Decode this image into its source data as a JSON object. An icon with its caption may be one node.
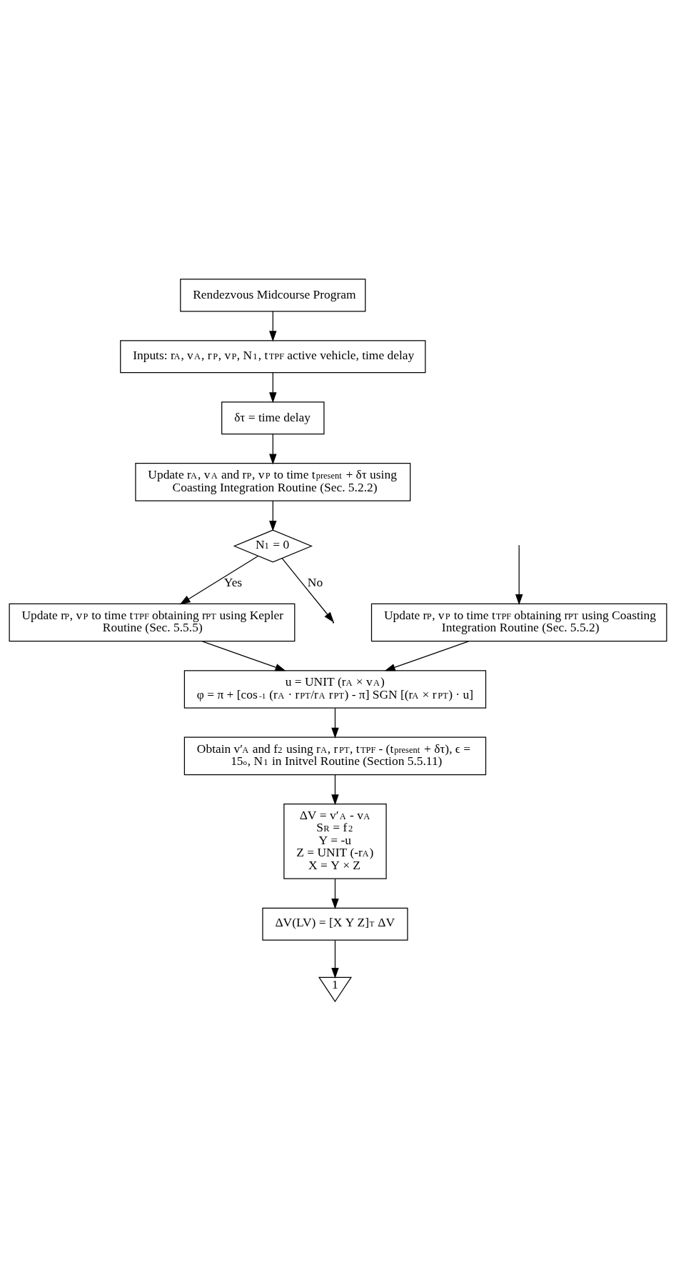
{
  "diagram": {
    "nodes": [
      {
        "text": [
          "Rendezvous Midcourse Program"
        ]
      },
      {
        "text": [
          "Inputs: r$_{A}$, v$_{A}$, r$_{P}$, v$_{P}$, N$_{1}$, t$_{TPF}$ active vehicle, time delay"
        ]
      },
      {
        "text": [
          "δτ = time delay"
        ]
      },
      {
        "text": [
          "Update r$_{A}$, v$_{A}$ and r$_{P}$, v$_{P}$ to time t$_{present}$ + δτ using Coasting Integration Routine (Sec. 5.2.2)"
        ]
      },
      {
        "text": [
          "N$_{1}$ = 0"
        ]
      },
      {
        "text": [
          "Update r$_{P}$, v$_{P}$ to time t$_{TPF}$ obtaining r$_{PT}$ using Kepler Routine (Sec. 5.5.5)"
        ]
      },
      {
        "text": [
          "Update r$_{P}$, v$_{P}$ to time t$_{TPF}$ obtaining r$_{PT}$ using Coasting Integration Routine (Sec. 5.5.2)"
        ]
      },
      {
        "text": [
          "u = UNIT (r$_{A}$ × v$_{A}$)",
          "φ = π + [cos$^{-1}$ (r$_{A}$ · r$_{PT}$/r$_{A}$ r$_{PT}$) - π] SGN [(r$_{A}$ × r$_{PT}$) · u]"
        ]
      },
      {
        "text": [
          "Obtain v′$_{A}$ and f$_{2}$ using r$_{A}$, r$_{PT}$, t$_{TPF}$ - (t$_{present}$ + δτ), ϵ = 15$^{o}$, N$_{1}$ in Initvel Routine (Section 5.5.11)"
        ]
      },
      {
        "text": [
          "ΔV = v′$_{A}$ - v$_{A}$",
          "S$_{R}$ = f$_{2}$",
          "Y = -u",
          "Z = UNIT (-r$_{A}$)",
          "X = Y × Z"
        ]
      },
      {
        "text": [
          "ΔV(LV) = [X Y Z]$^{T}$ ΔV"
        ]
      },
      {
        "text": [
          "1"
        ]
      }
    ],
    "edges": [
      {
        "from": 0,
        "to": 1,
        "arrow": "to"
      },
      {
        "from": 1,
        "to": 2,
        "arrow": "to"
      },
      {
        "from": 2,
        "to": 3,
        "arrow": "to"
      },
      {
        "from": 3,
        "to": 4,
        "arrow": "to"
      },
      {
        "from": 4,
        "to": 5,
        "arrow": "to",
        "label": "Yes"
      },
      {
        "from": 4,
        "to": null,
        "arrow": "to",
        "label": "No"
      },
      {
        "from": null,
        "to": 6,
        "arrow": "to"
      },
      {
        "from": 5,
        "to": 7,
        "arrow": "to"
      },
      {
        "from": 6,
        "to": 7,
        "arrow": "to"
      },
      {
        "from": 7,
        "to": 8,
        "arrow": "to"
      },
      {
        "from": 8,
        "to": 9,
        "arrow": "to"
      },
      {
        "from": 9,
        "to": 10,
        "arrow": "to"
      },
      {
        "from": 10,
        "to": 11,
        "arrow": "to"
      }
    ]
  }
}
